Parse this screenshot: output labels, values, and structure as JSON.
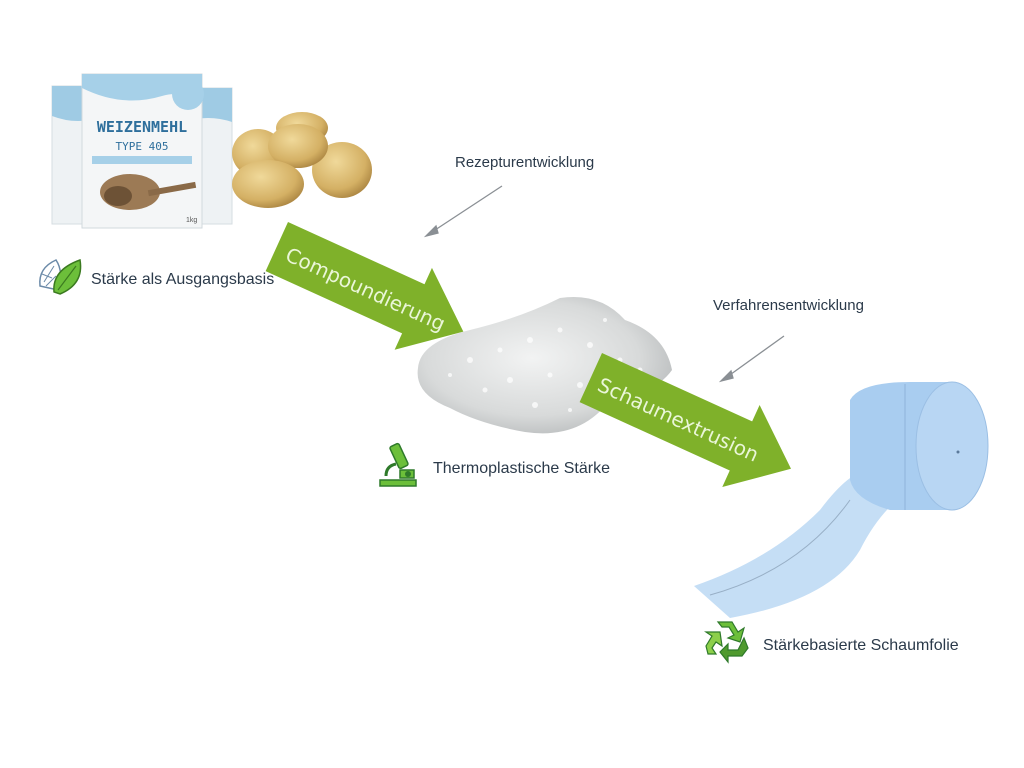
{
  "diagram": {
    "stages": [
      {
        "id": "raw",
        "label": "Stärke als Ausgangsbasis",
        "icon": "leaf-icon"
      },
      {
        "id": "tps",
        "label": "Thermoplastische Stärke",
        "icon": "microscope-icon"
      },
      {
        "id": "foil",
        "label": "Stärkebasierte Schaumfolie",
        "icon": "recycle-icon"
      }
    ],
    "process_arrows": [
      {
        "label": "Compoundierung"
      },
      {
        "label": "Schaumextrusion"
      }
    ],
    "annotations": [
      {
        "label": "Rezepturentwicklung"
      },
      {
        "label": "Verfahrensentwicklung"
      }
    ],
    "images": {
      "flour_bag_text": "WEIZENMEHL",
      "flour_bag_type": "TYPE 405",
      "flour_bag_weight": "1kg"
    },
    "colors": {
      "arrow_green": "#7fb12a",
      "text_dark": "#2b3a4a",
      "icon_green": "#3f9a3a",
      "foam_blue": "#a9cdf0"
    }
  }
}
